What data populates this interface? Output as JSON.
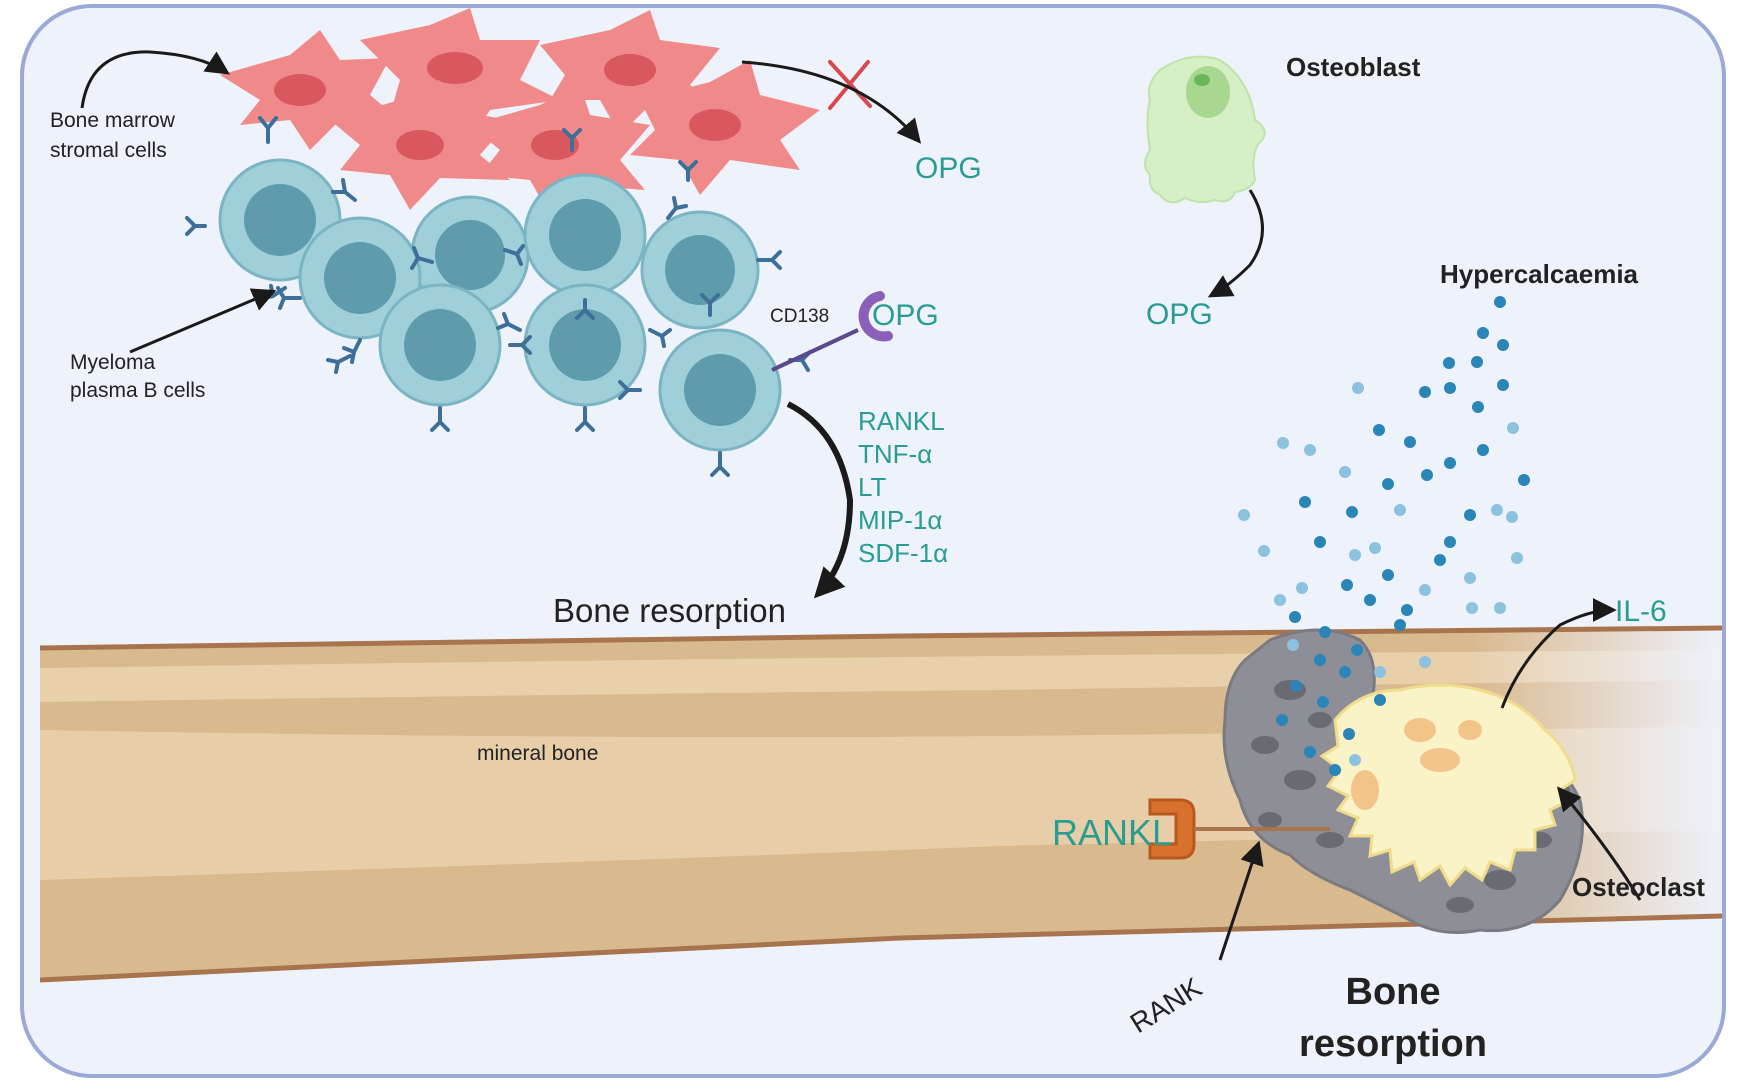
{
  "labels": {
    "bone_marrow_line1": "Bone marrow",
    "bone_marrow_line2": "stromal cells",
    "opg_top": "OPG",
    "osteoblast": "Osteoblast",
    "opg_osteoblast": "OPG",
    "hypercalcaemia": "Hypercalcaemia",
    "cd138": "CD138",
    "opg_cd138": "OPG",
    "myeloma_line1": "Myeloma",
    "myeloma_line2": "plasma B cells",
    "cytokines": [
      "RANKL",
      "TNF-α",
      "LT",
      "MIP-1α",
      "SDF-1α"
    ],
    "bone_resorption_mid": "Bone resorption",
    "il6": "IL-6",
    "mineral_bone": "mineral bone",
    "rankl_receptor": "RANKL",
    "rank": "RANK",
    "osteoclast": "Osteoclast",
    "bone_resorption_big_line1": "Bone",
    "bone_resorption_big_line2": "resorption"
  },
  "colors": {
    "panel_bg": "#eef2fb",
    "panel_border": "#9aa9d6",
    "stromal": "#f08a8a",
    "stromal_nucleus": "#d9585e",
    "myeloma_cell": "#9fcfd9",
    "myeloma_nucleus": "#5e9cad",
    "antibody": "#3d6f99",
    "bone_outer": "#c7a077",
    "bone_inner": "#e6c9a0",
    "osteoblast": "#d4f0c4",
    "calcium_dark": "#2b86b8",
    "calcium_light": "#8cc2df",
    "osteoclast_grey": "#8e8e96",
    "osteoclast_cell": "#fbf3c8",
    "rankl_orange": "#d8702e",
    "teal_text": "#2a9d93"
  }
}
